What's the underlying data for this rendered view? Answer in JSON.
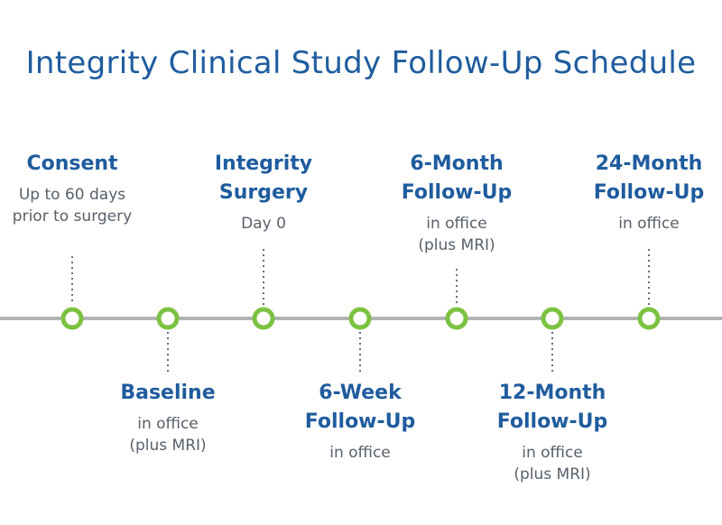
{
  "title": "Integrity Clinical Study Follow-Up Schedule",
  "colors": {
    "title": "#1f5c9e",
    "label": "#1f5c9e",
    "sublabel": "#58606a",
    "line": "#b3b3b3",
    "node": "#7cc242",
    "connector": "#6d6d6d"
  },
  "milestones": [
    {
      "title1": "Consent",
      "title2": "",
      "sub1": "Up to 60 days",
      "sub2": "prior to surgery",
      "side": "above"
    },
    {
      "title1": "Baseline",
      "title2": "",
      "sub1": "in office",
      "sub2": "(plus MRI)",
      "side": "below"
    },
    {
      "title1": "Integrity",
      "title2": "Surgery",
      "sub1": "Day 0",
      "sub2": "",
      "side": "above"
    },
    {
      "title1": "6-Week",
      "title2": "Follow-Up",
      "sub1": "in office",
      "sub2": "",
      "side": "below"
    },
    {
      "title1": "6-Month",
      "title2": "Follow-Up",
      "sub1": "in office",
      "sub2": "(plus MRI)",
      "side": "above"
    },
    {
      "title1": "12-Month",
      "title2": "Follow-Up",
      "sub1": "in office",
      "sub2": "(plus MRI)",
      "side": "below"
    },
    {
      "title1": "24-Month",
      "title2": "Follow-Up",
      "sub1": "in office",
      "sub2": "",
      "side": "above"
    }
  ]
}
